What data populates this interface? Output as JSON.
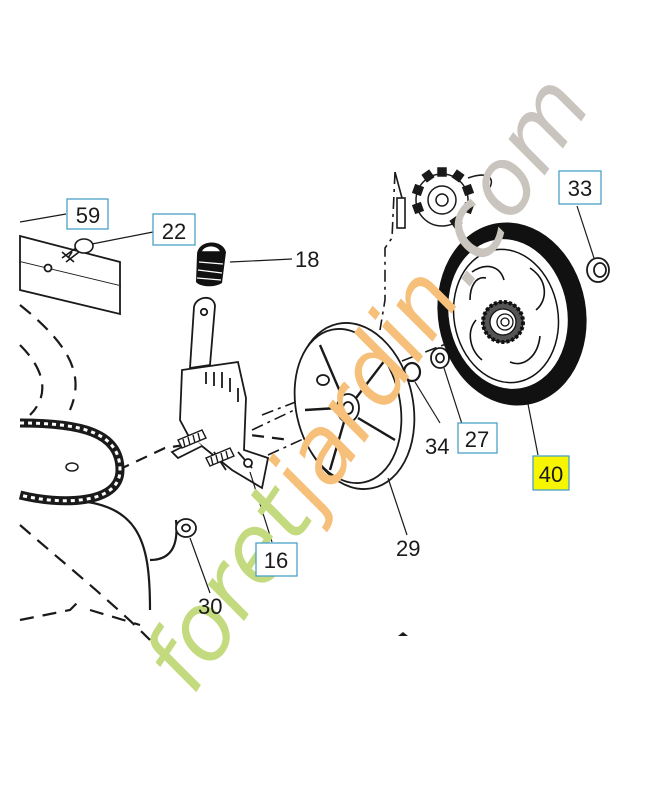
{
  "diagram": {
    "callouts": {
      "p59": "59",
      "p22": "22",
      "p18": "18",
      "p33": "33",
      "p34": "34",
      "p27": "27",
      "p40": "40",
      "p29": "29",
      "p16": "16",
      "p30": "30"
    },
    "watermark": {
      "text_part1": "foret",
      "text_part2": "jardin",
      "text_part3": ".com"
    },
    "colors": {
      "line": "#1a1a1a",
      "box_border": "#4aa0c8",
      "highlight": "#f7f500",
      "watermark_green": "#c4da7e",
      "watermark_orange": "#f6c07a",
      "watermark_gray": "#c9c4bd"
    }
  }
}
